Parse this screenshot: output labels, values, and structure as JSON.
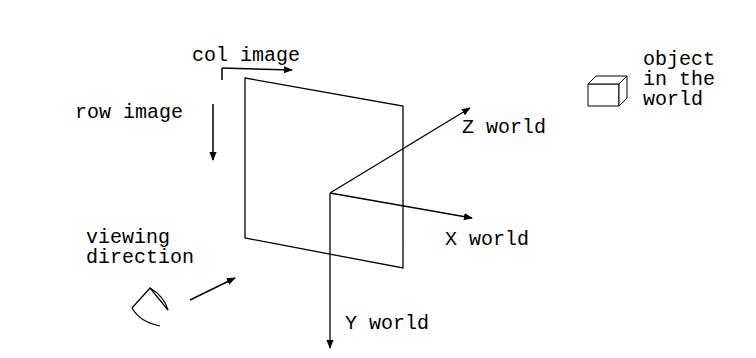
{
  "diagram": {
    "labels": [
      "col image",
      "row image",
      "viewing direction",
      "Z world",
      "X world",
      "Y world",
      "object in the world"
    ]
  }
}
